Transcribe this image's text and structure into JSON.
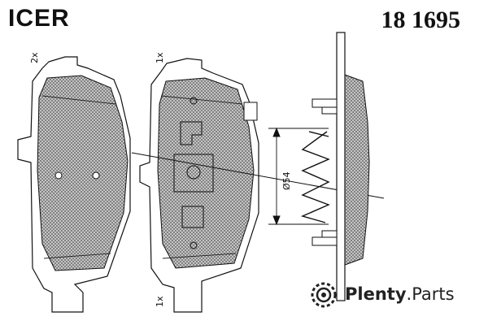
{
  "brand": "ICER",
  "part_number": "18 1695",
  "drawing": {
    "dimension_label": "Ø54",
    "quantity_labels": {
      "pad_left": "2x",
      "pad_right_top": "1x",
      "pad_right_bottom": "1x"
    }
  },
  "watermark": {
    "brand_main": "Plenty",
    "brand_suffix": ".Parts",
    "icon": "gear-wrench-icon"
  }
}
